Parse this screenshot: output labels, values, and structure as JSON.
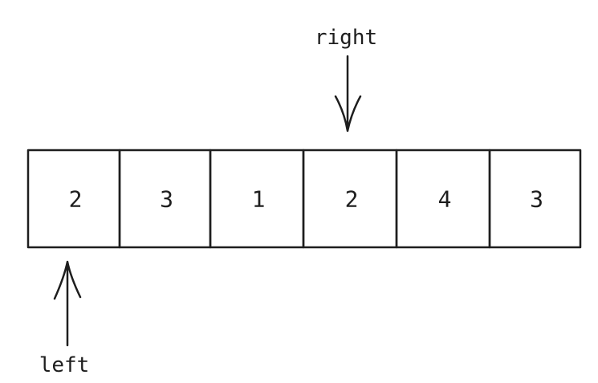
{
  "array": {
    "values": [
      "2",
      "3",
      "1",
      "2",
      "4",
      "3"
    ]
  },
  "pointers": {
    "right": {
      "label": "right",
      "index": 3,
      "side": "top"
    },
    "left": {
      "label": "left",
      "index": 0,
      "side": "bottom"
    }
  },
  "colors": {
    "ink": "#1e1e1e",
    "background": "#ffffff"
  }
}
